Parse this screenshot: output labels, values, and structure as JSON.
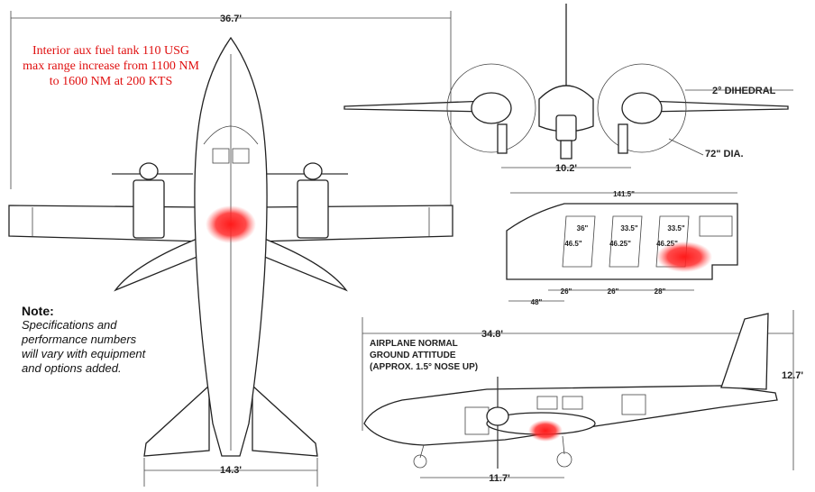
{
  "annotation": {
    "lines": [
      "Interior aux fuel tank 110 USG",
      "max range increase from 1100 NM",
      "to 1600 NM at 200 KTS"
    ],
    "color": "#e01010"
  },
  "note": {
    "title": "Note:",
    "lines": [
      "Specifications and",
      "performance numbers",
      "will vary with equipment",
      "and options added."
    ]
  },
  "dimensions": {
    "wingspan": "36.7'",
    "tail_span": "14.3'",
    "length": "34.8'",
    "height": "12.7'",
    "wheelbase": "11.7'",
    "main_gear_track": "10.2'",
    "dihedral": "2° DIHEDRAL",
    "prop_diameter": "72\" DIA.",
    "cabin_length": "141.5\""
  },
  "cabin": {
    "seat_widths": [
      "36\"",
      "33.5\"",
      "33.5\""
    ],
    "seat_heights": [
      "46.5\"",
      "46.25\"",
      "46.25\""
    ],
    "seat_spacing": [
      "26\"",
      "26\"",
      "28\""
    ],
    "nose_length": "48\""
  },
  "ground_attitude": {
    "lines": [
      "AIRPLANE NORMAL",
      "GROUND ATTITUDE",
      "(APPROX. 1.5° NOSE UP)"
    ]
  },
  "highlight_color": "#ff1a1a"
}
